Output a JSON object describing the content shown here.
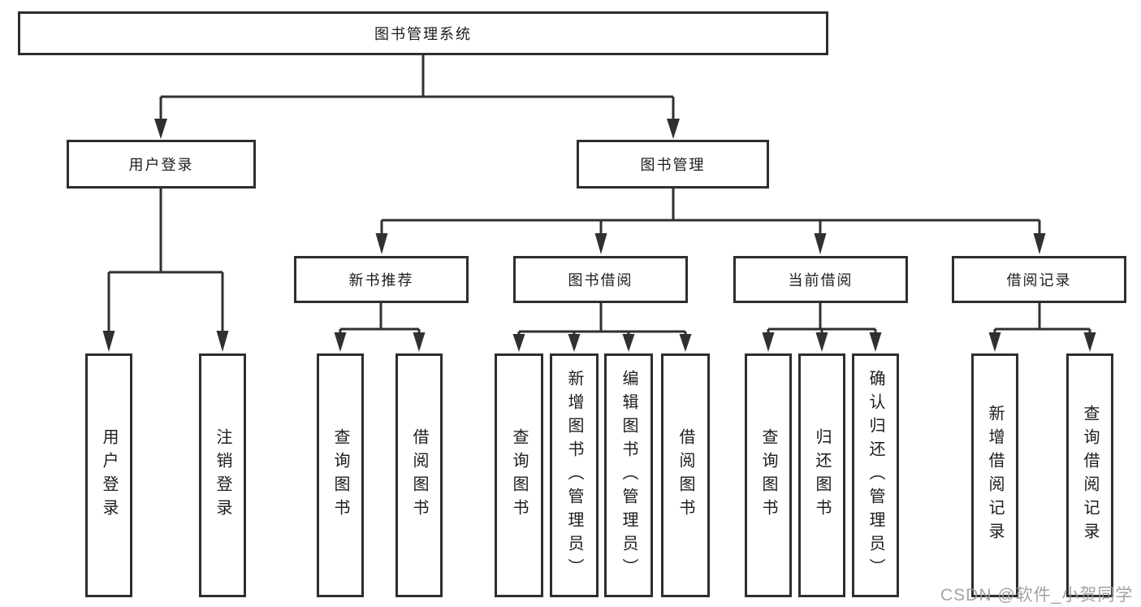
{
  "diagram": {
    "root": {
      "label": "图书管理系统",
      "children": [
        {
          "label": "用户登录",
          "children": [
            {
              "label": "用户登录"
            },
            {
              "label": "注销登录"
            }
          ]
        },
        {
          "label": "图书管理",
          "children": [
            {
              "label": "新书推荐",
              "children": [
                {
                  "label": "查询图书"
                },
                {
                  "label": "借阅图书"
                }
              ]
            },
            {
              "label": "图书借阅",
              "children": [
                {
                  "label": "查询图书"
                },
                {
                  "label": "新增图书（管理员）"
                },
                {
                  "label": "编辑图书（管理员）"
                },
                {
                  "label": "借阅图书"
                }
              ]
            },
            {
              "label": "当前借阅",
              "children": [
                {
                  "label": "查询图书"
                },
                {
                  "label": "归还图书"
                },
                {
                  "label": "确认归还（管理员）"
                }
              ]
            },
            {
              "label": "借阅记录",
              "children": [
                {
                  "label": "新增借阅记录"
                },
                {
                  "label": "查询借阅记录"
                }
              ]
            }
          ]
        }
      ]
    }
  },
  "colors": {
    "line": "#303030",
    "box_border": "#2e2e2e",
    "text": "#1c1c1c",
    "watermark": "#9a9a9a",
    "background": "#ffffff"
  },
  "watermark": {
    "text": "CSDN @软件_小贺同学"
  }
}
